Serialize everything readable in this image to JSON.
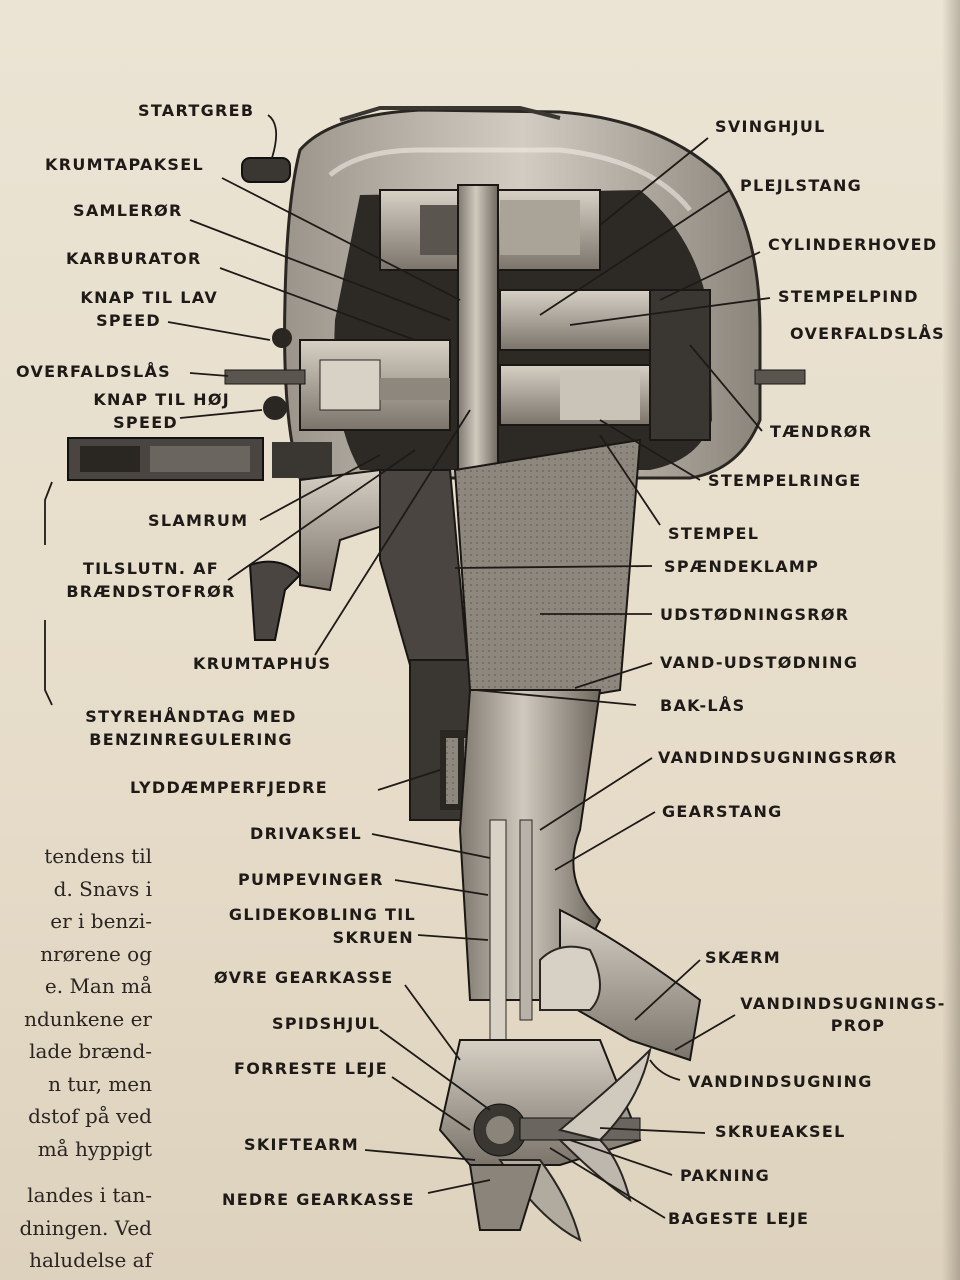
{
  "labels": {
    "startgreb": "STARTGREB",
    "krumtapaksel": "KRUMTAPAKSEL",
    "samleror": "SAMLERØR",
    "karburator": "KARBURATOR",
    "knap_lav_1": "KNAP TIL LAV",
    "knap_lav_2": "SPEED",
    "overfaldslas_left": "OVERFALDSLÅS",
    "knap_hoj_1": "KNAP TIL HØJ",
    "knap_hoj_2": "SPEED",
    "slamrum": "SLAMRUM",
    "tilslutn_1": "TILSLUTN. AF",
    "tilslutn_2": "BRÆNDSTOFRØR",
    "krumtaphus": "KRUMTAPHUS",
    "styrehandtag_1": "STYREHÅNDTAG MED",
    "styrehandtag_2": "BENZINREGULERING",
    "lyddaemperfjedre": "LYDDÆMPERFJEDRE",
    "drivaksel": "DRIVAKSEL",
    "pumpevinger": "PUMPEVINGER",
    "glidekobling_1": "GLIDEKOBLING TIL",
    "glidekobling_2": "SKRUEN",
    "ovre_gearkasse": "ØVRE GEARKASSE",
    "spidshjul": "SPIDSHJUL",
    "forreste_leje": "FORRESTE LEJE",
    "skiftearm": "SKIFTEARM",
    "nedre_gearkasse": "NEDRE GEARKASSE",
    "svinghjul": "SVINGHJUL",
    "plejlstang": "PLEJLSTANG",
    "cylinderhoved": "CYLINDERHOVED",
    "stempelpind": "STEMPELPIND",
    "overfaldslas_right": "OVERFALDSLÅS",
    "taendror": "TÆNDRØR",
    "stempelringe": "STEMPELRINGE",
    "stempel": "STEMPEL",
    "spaendeklamp": "SPÆNDEKLAMP",
    "udstodningsror": "UDSTØDNINGSRØR",
    "vand_udstodning": "VAND-UDSTØDNING",
    "bak_las": "BAK-LÅS",
    "vandindsugningsror": "VANDINDSUGNINGSRØR",
    "gearstang": "GEARSTANG",
    "skaerm": "SKÆRM",
    "vandindsugningsprop_1": "VANDINDSUGNINGS-",
    "vandindsugningsprop_2": "PROP",
    "vandindsugning": "VANDINDSUGNING",
    "skrueaksel": "SKRUEAKSEL",
    "pakning": "PAKNING",
    "bageste_leje": "BAGESTE LEJE"
  },
  "body_text": [
    "tendens til",
    "d. Snavs i",
    "er i benzi-",
    "nrørene og",
    "e. Man må",
    "ndunkene er",
    "lade brænd-",
    "n tur, men",
    "dstof på ved",
    "må hyppigt",
    "",
    "landes i tan-",
    "dningen. Ved",
    "haludelse af"
  ],
  "colors": {
    "paper": "#e9e1d0",
    "ink": "#1e1a17",
    "engine_light": "#b8b2a8",
    "engine_dark": "#2a2622"
  }
}
